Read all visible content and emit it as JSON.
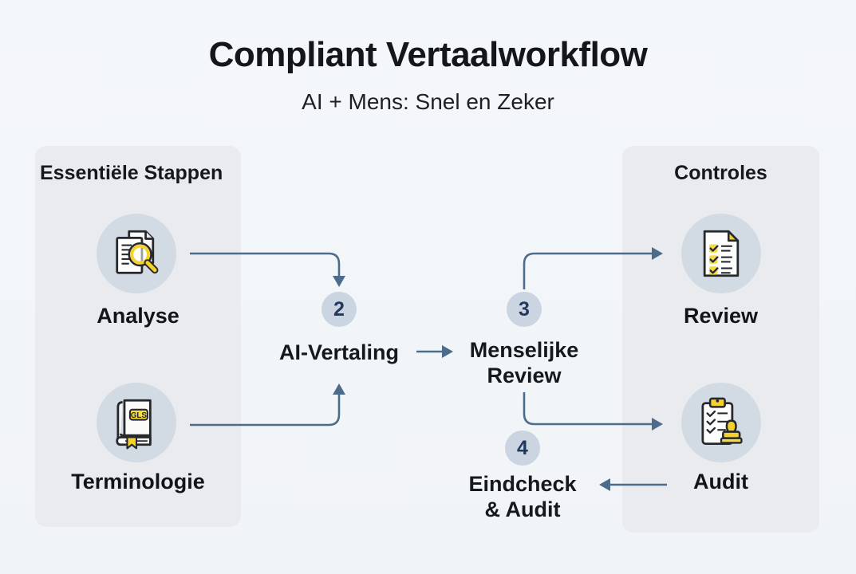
{
  "header": {
    "title": "Compliant Vertaalworkflow",
    "subtitle": "AI + Mens: Snel en Zeker"
  },
  "left_panel": {
    "heading": "Essentiële Stappen",
    "items": [
      {
        "label": "Analyse",
        "icon": "document-magnifier-icon"
      },
      {
        "label": "Terminologie",
        "icon": "glossary-book-icon",
        "badge": "GLS"
      }
    ]
  },
  "right_panel": {
    "heading": "Controles",
    "items": [
      {
        "label": "Review",
        "icon": "checklist-document-icon"
      },
      {
        "label": "Audit",
        "icon": "clipboard-stamp-icon"
      }
    ]
  },
  "flow": {
    "steps": [
      {
        "number": "2",
        "label_line1": "AI-Vertaling",
        "label_line2": ""
      },
      {
        "number": "3",
        "label_line1": "Menselijke",
        "label_line2": "Review"
      },
      {
        "number": "4",
        "label_line1": "Eindcheck",
        "label_line2": "& Audit"
      }
    ]
  },
  "colors": {
    "background": "#f2f5f8",
    "panel": "#e9ebee",
    "icon_circle": "#d2dae3",
    "badge_circle": "#cbd5e1",
    "badge_text": "#22395c",
    "arrow": "#4d6b8a",
    "text": "#15181d",
    "accent_yellow": "#f5d12e"
  }
}
